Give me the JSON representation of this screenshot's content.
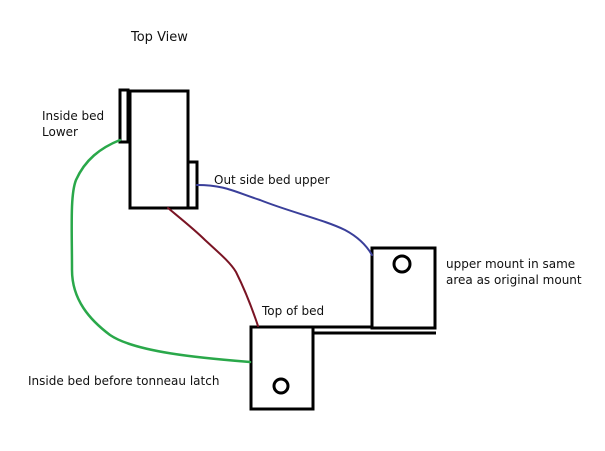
{
  "diagram": {
    "title": "Top View",
    "labels": {
      "inside_bed_lower_line1": "Inside bed",
      "inside_bed_lower_line2": "Lower",
      "outside_bed_upper": "Out side bed upper",
      "top_of_bed": "Top of bed",
      "upper_mount_line1": "upper mount in same",
      "upper_mount_line2": "area as original mount",
      "inside_bed_tonneau": "Inside bed before tonneau latch"
    },
    "colors": {
      "outline": "#000000",
      "wire_green": "#2aa84a",
      "wire_blue": "#3a3f9a",
      "wire_maroon": "#7a1424"
    }
  }
}
